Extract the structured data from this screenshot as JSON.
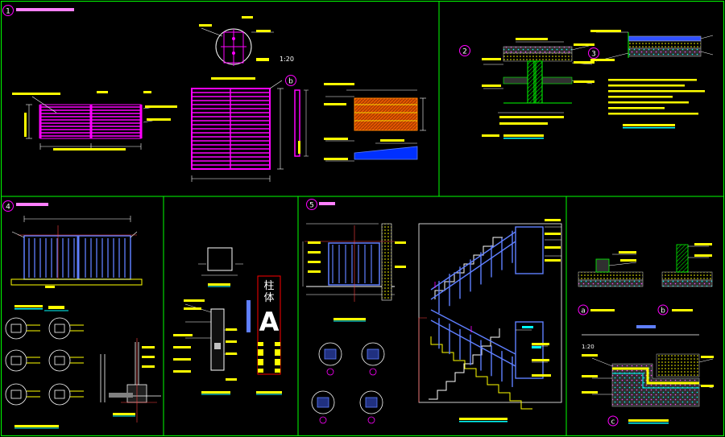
{
  "panels": {
    "p1": {
      "num": "1"
    },
    "p2": {
      "num": "2"
    },
    "p3": {
      "num": "3"
    },
    "p4": {
      "num": "4"
    },
    "p5": {
      "num": "5"
    }
  },
  "labels": {
    "node_scale": "1:20",
    "marker_b": "b",
    "col_char_1": "柱",
    "col_char_2": "体",
    "col_letter": "A",
    "detail_a": "a",
    "detail_b": "b",
    "detail_c": "c",
    "ratio_c": "1:20"
  },
  "colors": {
    "background": "#000000",
    "frame": "#00ff00",
    "magenta": "#ff00ff",
    "cyan": "#00ffff",
    "yellow": "#ffff00",
    "blue": "#5f7fff",
    "white": "#ffffff",
    "red": "#ff0000",
    "orange": "#ff8000"
  }
}
